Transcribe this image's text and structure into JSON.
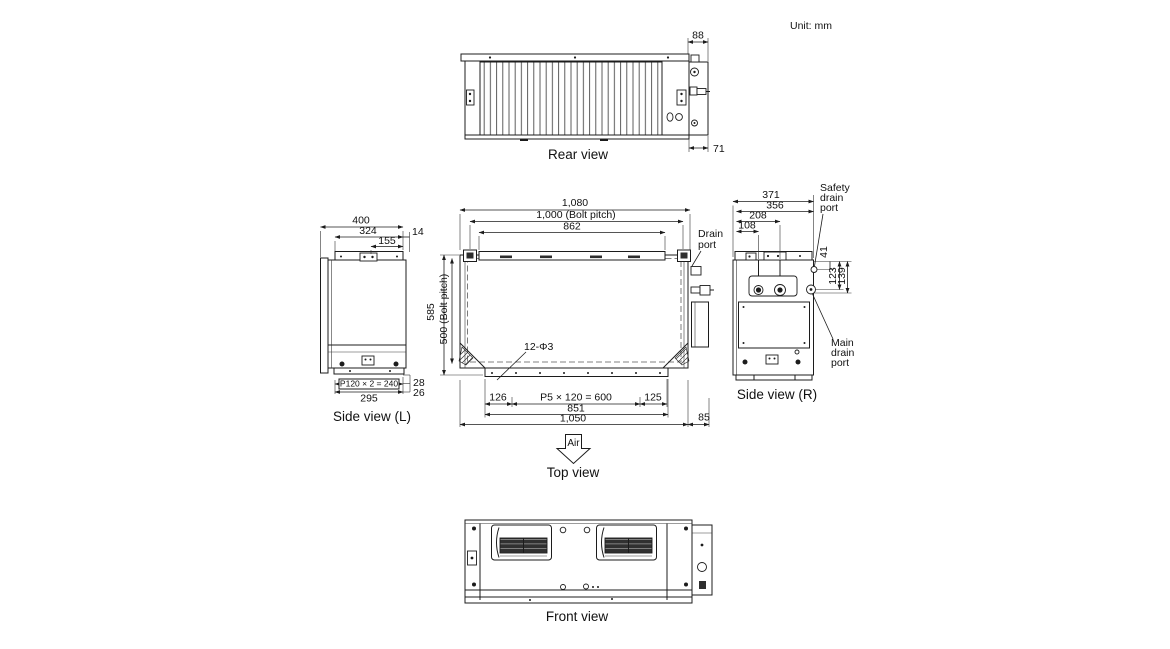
{
  "unit_label": "Unit: mm",
  "rear": {
    "label": "Rear view",
    "d88": "88",
    "d71": "71"
  },
  "top": {
    "label": "Top view",
    "air": "Air",
    "drain": [
      "Drain",
      "port"
    ],
    "d1080": "1,080",
    "d1000": "1,000 (Bolt pitch)",
    "d862": "862",
    "d585": "585",
    "d500": "500 (Bolt pitch)",
    "holes": "12-Φ3",
    "d126": "126",
    "pitch": "P5 × 120 = 600",
    "d125": "125",
    "d851": "851",
    "d1050": "1,050",
    "d85": "85"
  },
  "side_l": {
    "label": "Side view (L)",
    "d400": "400",
    "d324": "324",
    "d155": "155",
    "d14": "14",
    "pitch": "P120 × 2 = 240",
    "d28": "28",
    "d26": "26",
    "d295": "295"
  },
  "side_r": {
    "label": "Side view (R)",
    "d371": "371",
    "d356": "356",
    "d208": "208",
    "d108": "108",
    "d41": "41",
    "d123": "123",
    "d139": "139",
    "safety": [
      "Safety",
      "drain",
      "port"
    ],
    "main": [
      "Main",
      "drain",
      "port"
    ]
  },
  "front": {
    "label": "Front view"
  }
}
